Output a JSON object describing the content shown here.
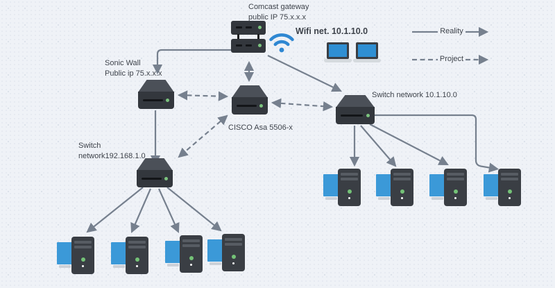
{
  "diagram_title": "Network topology: Comcast gateway, Sonic Wall, CISCO Asa and switches",
  "colors": {
    "line": "#76808e",
    "device_front": "#33373d",
    "device_top": "#4b5058",
    "led_green": "#7cc47e",
    "monitor_blue": "#3b99d8",
    "wifi_blue": "#2e87d2",
    "text": "#3e434b",
    "background": "#eff2f7"
  },
  "nodes": {
    "gateway": {
      "label1": "Comcast gateway",
      "label2": "public IP 75.x.x.x",
      "icon": "router-stack-icon"
    },
    "wifi": {
      "label": "Wifi net. 10.1.10.0",
      "icon": "wifi-icon"
    },
    "sonicwall": {
      "label1": "Sonic Wall",
      "label2": "Public ip 75.x.x.x",
      "icon": "firewall-appliance-icon"
    },
    "cisco": {
      "label": "CISCO Asa 5506-x",
      "icon": "firewall-appliance-icon"
    },
    "switch_right": {
      "label": "Switch network 10.1.10.0",
      "icon": "switch-appliance-icon"
    },
    "switch_left": {
      "label1": "Switch",
      "label2": "network192.168.1.0",
      "icon": "switch-appliance-icon"
    }
  },
  "legend": {
    "reality": "Reality",
    "project": "Project",
    "reality_style": "solid-arrow",
    "project_style": "dashed-arrow"
  },
  "endpoints": {
    "laptop_count": 2,
    "pc_left_count": 4,
    "pc_right_count": 4,
    "icon": "desktop-pc-icon"
  },
  "edges": {
    "solid_reality": [
      "gateway -> sonicwall",
      "gateway -> switch_right",
      "sonicwall -> switch_left",
      "switch_right -> pc_right_1..4",
      "switch_left -> pc_left_1..4"
    ],
    "dashed_project_bidirectional": [
      "gateway <-> cisco",
      "sonicwall <-> cisco",
      "cisco <-> switch_right",
      "cisco <-> switch_left"
    ]
  }
}
